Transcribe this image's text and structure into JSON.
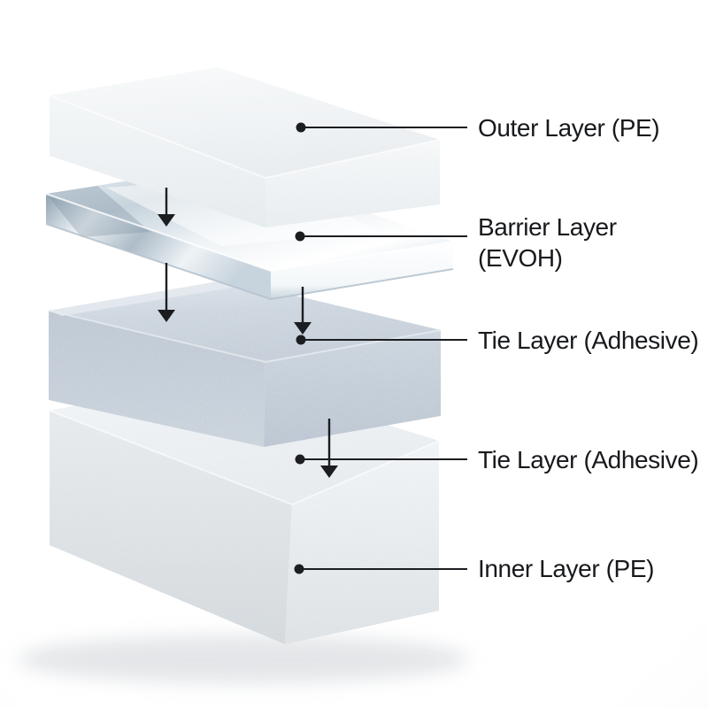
{
  "diagram": {
    "callouts": [
      {
        "label": "Outer Layer (PE)"
      },
      {
        "label": "Barrier Layer (EVOH)",
        "line1": "Barrier Layer",
        "line2": "(EVOH)"
      },
      {
        "label": "Tie Layer (Adhesive)"
      },
      {
        "label": "Tie Layer (Adhesive)"
      },
      {
        "label": "Inner Layer (PE)"
      }
    ],
    "layers": [
      {
        "name": "Outer Layer (PE)",
        "appearance": "white foam slab"
      },
      {
        "name": "Barrier Layer (EVOH)",
        "appearance": "clear glossy sheet"
      },
      {
        "name": "Tie Layer (Adhesive)",
        "appearance": "blue-gray speckled foam slab"
      },
      {
        "name": "Inner Layer (PE)",
        "appearance": "white speckled foam slab"
      }
    ],
    "colors": {
      "ink": "#17191c",
      "background_vignette": "#f1f3f4",
      "foam_white": "#eef1f3",
      "foam_gray_blue": "#c9d2dc",
      "glass_tint": "#dbe5ec"
    }
  }
}
